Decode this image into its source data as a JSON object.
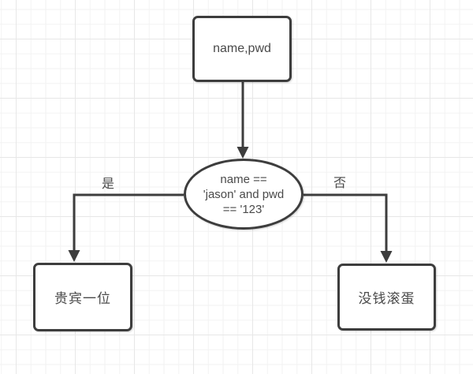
{
  "diagram": {
    "nodes": {
      "input": {
        "label": "name,pwd",
        "shape": "rounded-rectangle"
      },
      "condition": {
        "lines": [
          "name ==",
          "'jason' and pwd",
          "== '123'"
        ],
        "full_text": "name == 'jason' and pwd == '123'",
        "shape": "ellipse"
      },
      "success": {
        "label": "贵宾一位",
        "shape": "rounded-rectangle"
      },
      "failure": {
        "label": "没钱滚蛋",
        "shape": "rounded-rectangle"
      }
    },
    "edges": {
      "yes_label": "是",
      "no_label": "否"
    },
    "colors": {
      "stroke": "#3d3d3d",
      "text": "#4a4a4a",
      "node_fill": "#ffffff",
      "grid_minor": "#f2f2f2",
      "grid_major": "#e7e7e7",
      "canvas_bg": "#ffffff"
    }
  }
}
